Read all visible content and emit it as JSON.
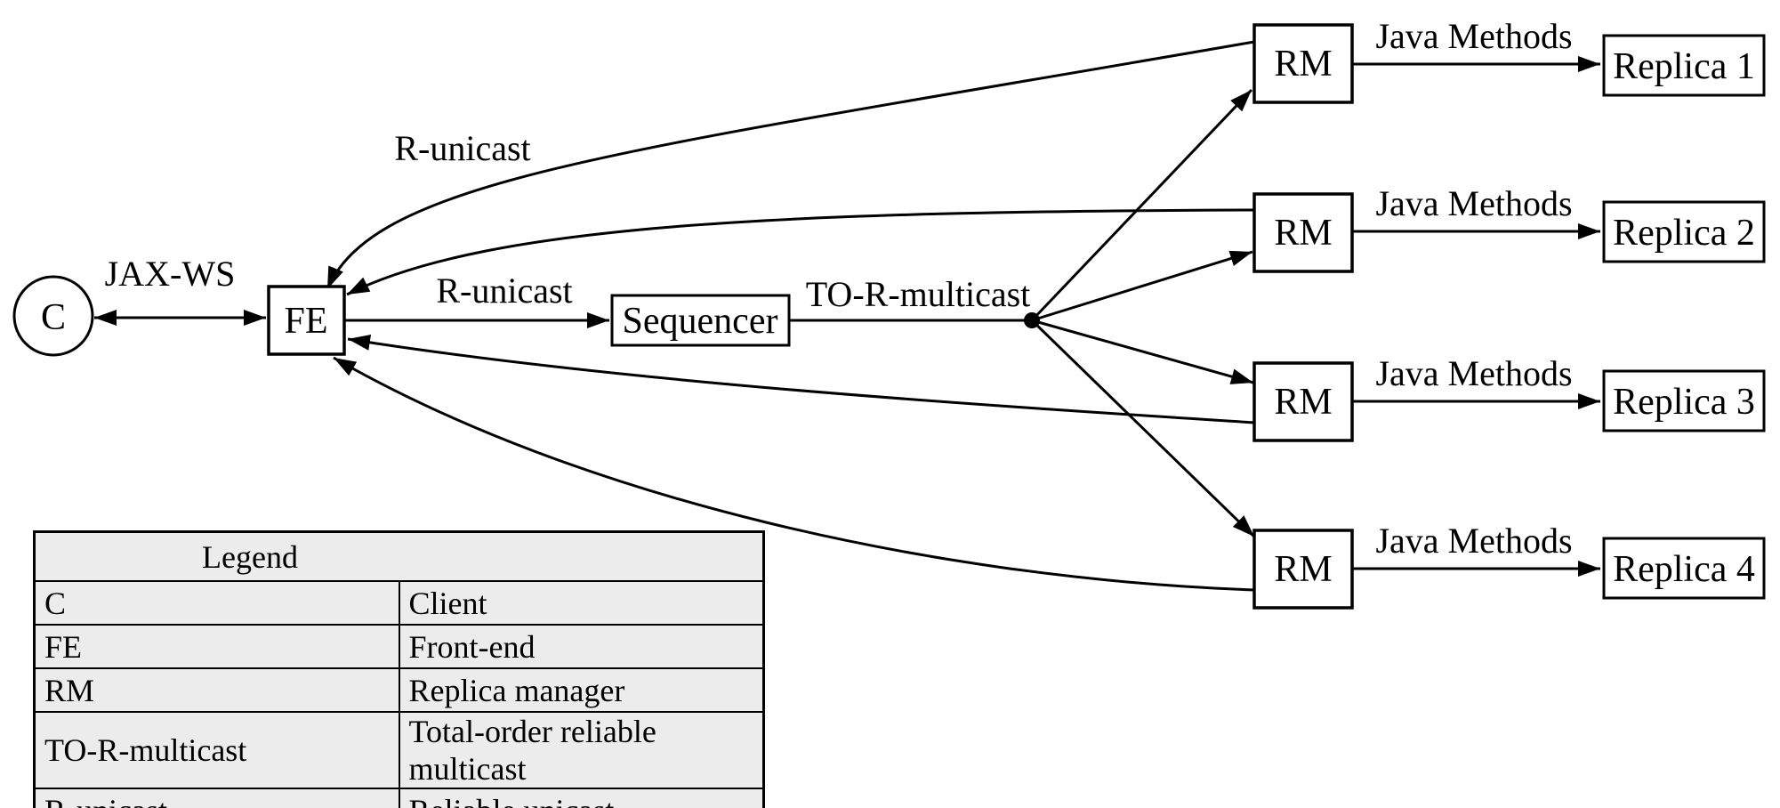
{
  "diagram": {
    "nodes": {
      "client": "C",
      "frontend": "FE",
      "sequencer": "Sequencer",
      "rms": [
        "RM",
        "RM",
        "RM",
        "RM"
      ],
      "replicas": [
        "Replica 1",
        "Replica 2",
        "Replica 3",
        "Replica 4"
      ]
    },
    "edges": {
      "jax_ws": "JAX-WS",
      "r_unicast_return": "R-unicast",
      "r_unicast_forward": "R-unicast",
      "to_r_multicast": "TO-R-multicast",
      "java_methods": [
        "Java Methods",
        "Java Methods",
        "Java Methods",
        "Java Methods"
      ]
    }
  },
  "legend": {
    "title": "Legend",
    "rows": [
      {
        "term": "C",
        "definition": "Client"
      },
      {
        "term": "FE",
        "definition": "Front-end"
      },
      {
        "term": "RM",
        "definition": "Replica manager"
      },
      {
        "term": "TO-R-multicast",
        "definition": "Total-order reliable multicast"
      },
      {
        "term": "R-unicast",
        "definition": "Reliable unicast"
      }
    ]
  },
  "colors": {
    "line": "#000000",
    "background": "#ffffff",
    "legend_background": "#ececec"
  }
}
